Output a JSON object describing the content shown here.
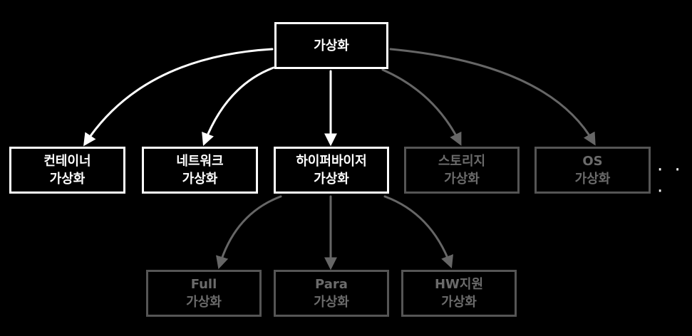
{
  "colors": {
    "background": "#000000",
    "active": "#ffffff",
    "inactive_border": "#555555",
    "inactive_text": "#6b6b6b",
    "inactive_edge": "#666666"
  },
  "nodes": [
    {
      "id": "root",
      "lines": [
        "가상화"
      ],
      "active": true
    },
    {
      "id": "container",
      "lines": [
        "컨테이너",
        "가상화"
      ],
      "active": true
    },
    {
      "id": "network",
      "lines": [
        "네트워크",
        "가상화"
      ],
      "active": true
    },
    {
      "id": "hypervisor",
      "lines": [
        "하이퍼바이저",
        "가상화"
      ],
      "active": true
    },
    {
      "id": "storage",
      "lines": [
        "스토리지",
        "가상화"
      ],
      "active": false
    },
    {
      "id": "os",
      "lines": [
        "OS",
        "가상화"
      ],
      "active": false
    },
    {
      "id": "full",
      "lines": [
        "Full",
        "가상화"
      ],
      "active": false
    },
    {
      "id": "para",
      "lines": [
        "Para",
        "가상화"
      ],
      "active": false
    },
    {
      "id": "hw",
      "lines": [
        "HW지원",
        "가상화"
      ],
      "active": false
    }
  ],
  "edges": [
    {
      "from": "root",
      "to": "container",
      "active": true
    },
    {
      "from": "root",
      "to": "network",
      "active": true
    },
    {
      "from": "root",
      "to": "hypervisor",
      "active": true
    },
    {
      "from": "root",
      "to": "storage",
      "active": false
    },
    {
      "from": "root",
      "to": "os",
      "active": false
    },
    {
      "from": "hypervisor",
      "to": "full",
      "active": false
    },
    {
      "from": "hypervisor",
      "to": "para",
      "active": false
    },
    {
      "from": "hypervisor",
      "to": "hw",
      "active": false
    }
  ],
  "more_indicator": "· · ·"
}
